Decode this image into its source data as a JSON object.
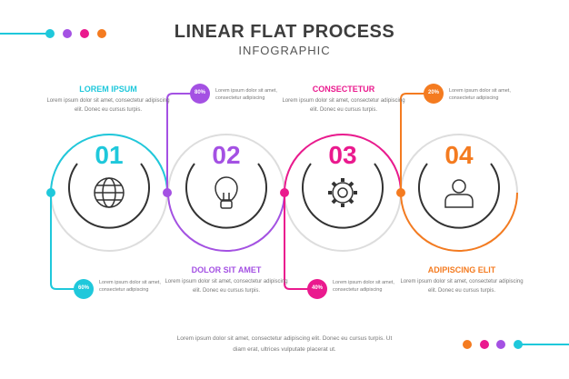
{
  "header": {
    "title": "LINEAR FLAT PROCESS",
    "subtitle": "INFOGRAPHIC"
  },
  "colors": {
    "cyan": "#1fc8db",
    "purple": "#a451e3",
    "magenta": "#ea1a8e",
    "orange": "#f47b20"
  },
  "steps": [
    {
      "number": "01",
      "icon": "globe-icon",
      "heading": "LOREM IPSUM",
      "text": "Lorem ipsum dolor sit amet, consectetur adipiscing elit. Donec eu cursus turpis.",
      "badge": "60%",
      "badge_text": "Lorem ipsum dolor sit amet, consectetur adipiscing"
    },
    {
      "number": "02",
      "icon": "lightbulb-icon",
      "heading": "DOLOR SIT AMET",
      "text": "Lorem ipsum dolor sit amet, consectetur adipiscing elit. Donec eu cursus turpis.",
      "badge": "80%",
      "badge_text": "Lorem ipsum dolor sit amet, consectetur adipiscing"
    },
    {
      "number": "03",
      "icon": "gear-icon",
      "heading": "CONSECTETUR",
      "text": "Lorem ipsum dolor sit amet, consectetur adipiscing elit. Donec eu cursus turpis.",
      "badge": "40%",
      "badge_text": "Lorem ipsum dolor sit amet, consectetur adipiscing"
    },
    {
      "number": "04",
      "icon": "user-icon",
      "heading": "ADIPISCING ELIT",
      "text": "Lorem ipsum dolor sit amet, consectetur adipiscing elit. Donec eu cursus turpis.",
      "badge": "20%",
      "badge_text": "Lorem ipsum dolor sit amet, consectetur adipiscing"
    }
  ],
  "footer": "Lorem ipsum dolor sit amet, consectetur adipiscing elit. Donec eu cursus turpis. Ut diam erat, ultrices vulputate placerat ut."
}
